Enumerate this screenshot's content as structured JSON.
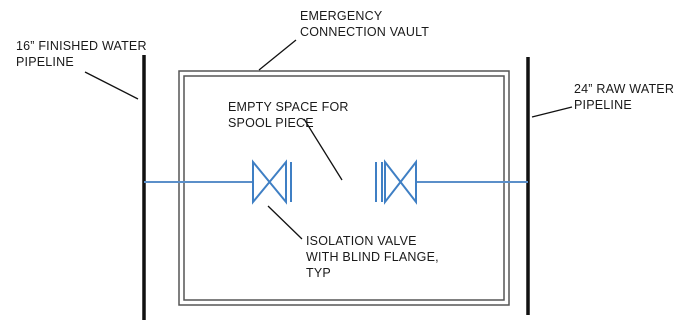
{
  "labels": {
    "finished_pipeline": [
      "16” FINISHED WATER",
      "PIPELINE"
    ],
    "vault": [
      "EMERGENCY",
      "CONNECTION VAULT"
    ],
    "raw_pipeline": [
      "24” RAW WATER",
      "PIPELINE"
    ],
    "spool": [
      "EMPTY SPACE FOR",
      "SPOOL PIECE"
    ],
    "valve": [
      "ISOLATION VALVE",
      "WITH BLIND FLANGE,",
      "TYP"
    ]
  },
  "colors": {
    "pipe": "#5b8fc9",
    "valve": "#3f7fc4",
    "ink": "#1a1a1a",
    "vault_outline": "#555555"
  }
}
